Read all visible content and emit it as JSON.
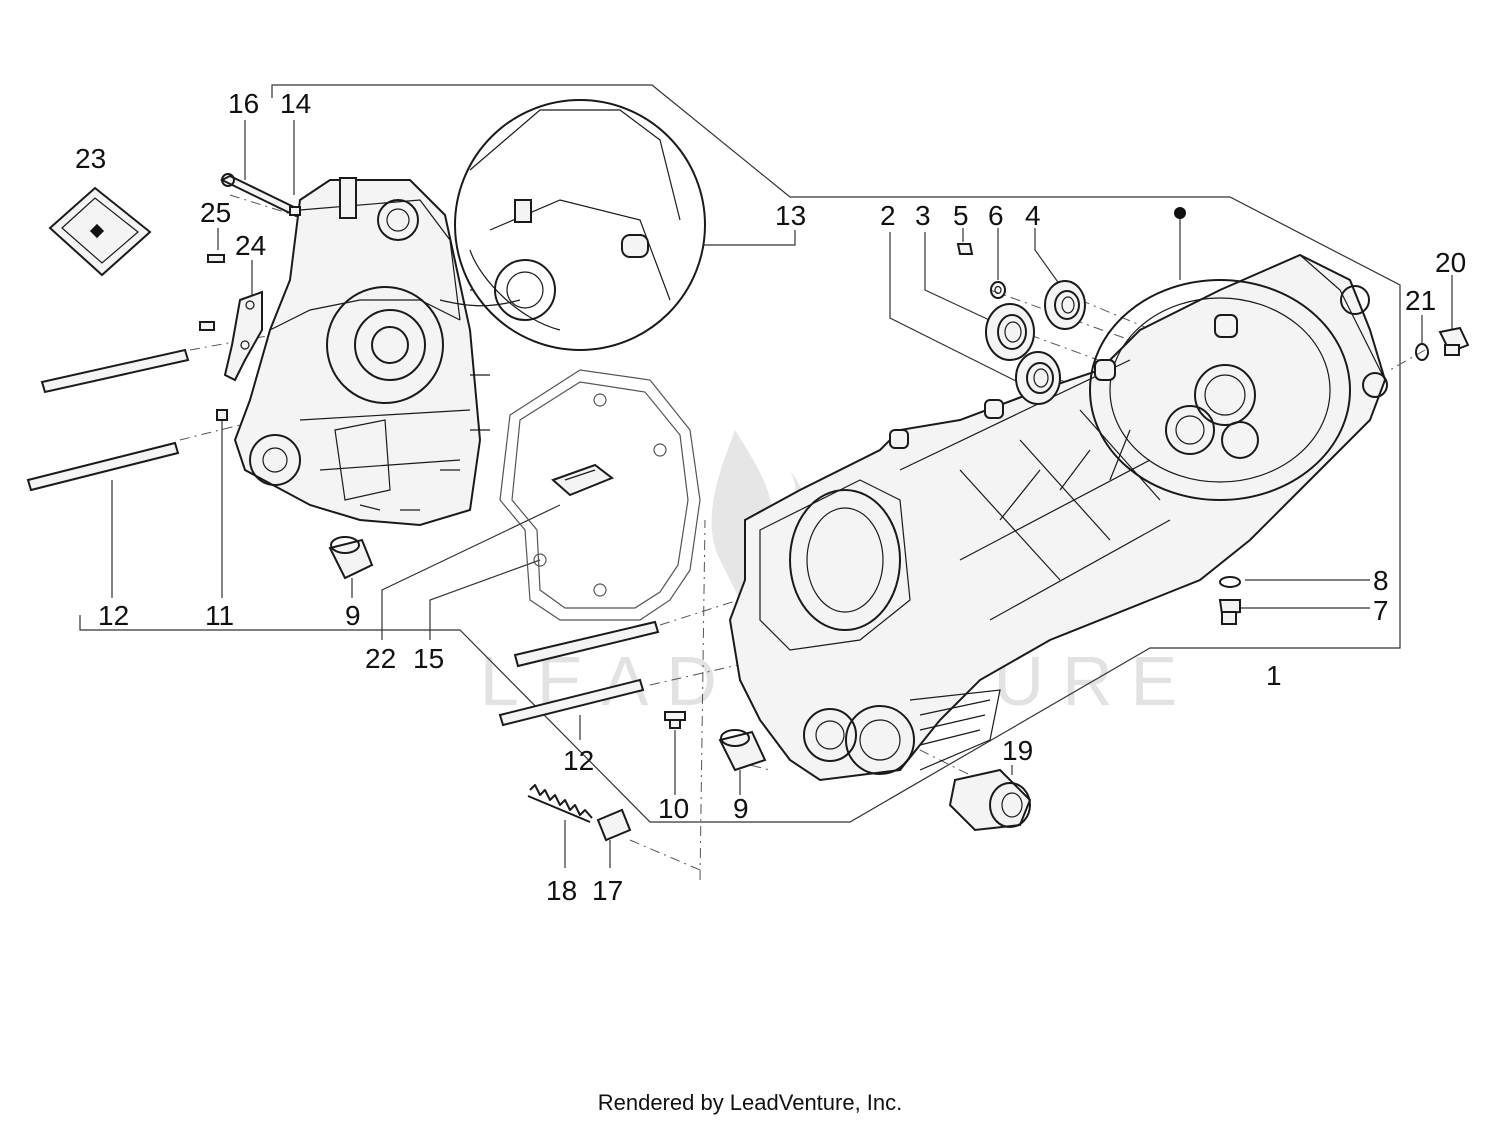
{
  "watermark": "LEADVENTURE",
  "footer": "Rendered by LeadVenture, Inc.",
  "labels": {
    "l1": "1",
    "l2": "2",
    "l3": "3",
    "l4": "4",
    "l5": "5",
    "l6": "6",
    "l7": "7",
    "l8": "8",
    "l9a": "9",
    "l9b": "9",
    "l10": "10",
    "l11": "11",
    "l12a": "12",
    "l12b": "12",
    "l13": "13",
    "l14": "14",
    "l15": "15",
    "l16": "16",
    "l17": "17",
    "l18": "18",
    "l19": "19",
    "l20": "20",
    "l21": "21",
    "l22": "22",
    "l23": "23",
    "l24": "24",
    "l25": "25"
  }
}
